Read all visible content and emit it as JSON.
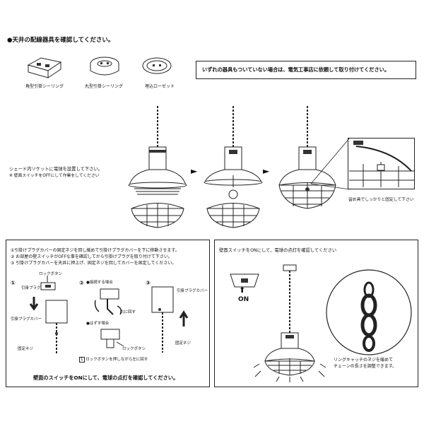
{
  "top": {
    "heading": "天井の配線器具を確認してください。",
    "fixtures": [
      "角型引掛シーリング",
      "丸型引掛シーリング",
      "埋込ローゼット"
    ],
    "notice": "いずれの器具もついていない場合は、電気工事店に依頼して取り付けてください。"
  },
  "mid": {
    "instruction": "シェード内ソケットに電球を設置して下さい。",
    "note": "※ 壁面スイッチをOFFにして作業をしてください",
    "fix_label": "留め具でしっかりと固定して下さい"
  },
  "left_panel": {
    "steps": [
      "①引掛けプラグカバーの固定ネジを回し緩めて引掛けプラグカバーを下に移動させます。",
      "② お部屋の壁スイッチがOFFな事を確認してから引掛けプラグを取り付けて下さい。",
      "③ 引掛けプラグカバーを天井に押上げ、固定ネジを回してカバーを固定してください。"
    ],
    "s1": {
      "num": "①",
      "lock_button": "ロックボタン",
      "plug": "引掛プラグ",
      "plug_cover": "引掛プラグカバー",
      "screw": "固定ネジ"
    },
    "s2": {
      "num": "②",
      "attach": "●接続する場合",
      "turn_right": "右に回す",
      "remove": "●はずす場合",
      "lock_button": "ロックボタン",
      "remove_note": "ロックボタンを押しながら左に回す",
      "remove_note_num": "1"
    },
    "s3": {
      "num": "③",
      "plug_cover": "引掛プラグカバー",
      "screw": "固定ネジ"
    },
    "footer": "壁面のスイッチをONにして、電球の点灯を確認してください。"
  },
  "right_panel": {
    "heading": "壁面スイッチをONにして、電球の点灯を確認してください",
    "on": "ON",
    "chain_note_1": "リングキャッチのネジを緩めて",
    "chain_note_2": "チェーンの長さを調整できます。"
  },
  "colors": {
    "line": "#222222",
    "bg": "#ffffff"
  }
}
